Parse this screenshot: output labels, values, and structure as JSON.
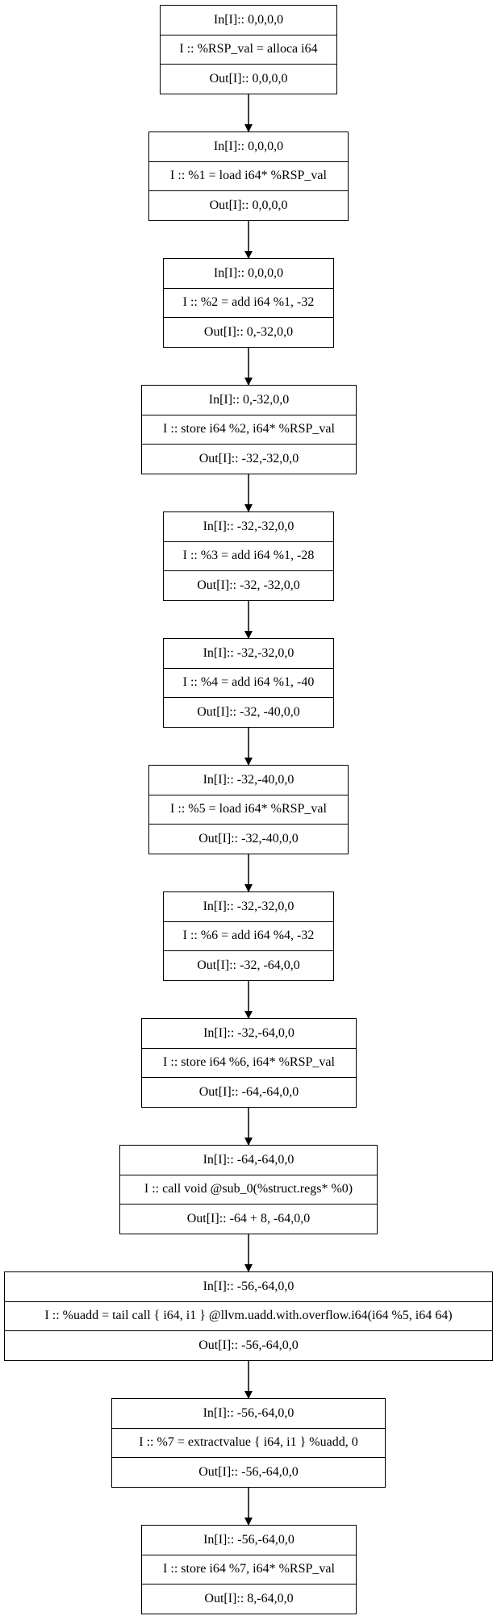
{
  "nodes": [
    {
      "in": "In[I]:: 0,0,0,0",
      "instr": "I :: %RSP_val = alloca i64",
      "out": "Out[I]:: 0,0,0,0"
    },
    {
      "in": "In[I]:: 0,0,0,0",
      "instr": "I :: %1 = load i64* %RSP_val",
      "out": "Out[I]:: 0,0,0,0"
    },
    {
      "in": "In[I]:: 0,0,0,0",
      "instr": "I :: %2 = add i64 %1, -32",
      "out": "Out[I]:: 0,-32,0,0"
    },
    {
      "in": "In[I]:: 0,-32,0,0",
      "instr": "I :: store i64 %2, i64* %RSP_val",
      "out": "Out[I]:: -32,-32,0,0"
    },
    {
      "in": "In[I]:: -32,-32,0,0",
      "instr": "I :: %3 = add i64 %1, -28",
      "out": "Out[I]:: -32, -32,0,0"
    },
    {
      "in": "In[I]:: -32,-32,0,0",
      "instr": "I :: %4 = add i64 %1, -40",
      "out": "Out[I]:: -32, -40,0,0"
    },
    {
      "in": "In[I]:: -32,-40,0,0",
      "instr": "I :: %5 = load i64* %RSP_val",
      "out": "Out[I]:: -32,-40,0,0"
    },
    {
      "in": "In[I]:: -32,-32,0,0",
      "instr": "I :: %6 = add i64 %4, -32",
      "out": "Out[I]:: -32, -64,0,0"
    },
    {
      "in": "In[I]:: -32,-64,0,0",
      "instr": "I :: store i64 %6, i64* %RSP_val",
      "out": "Out[I]:: -64,-64,0,0"
    },
    {
      "in": "In[I]:: -64,-64,0,0",
      "instr": "I :: call void @sub_0(%struct.regs* %0)",
      "out": "Out[I]:: -64 + 8, -64,0,0"
    },
    {
      "in": "In[I]:: -56,-64,0,0",
      "instr": "I :: %uadd = tail call { i64, i1 } @llvm.uadd.with.overflow.i64(i64 %5, i64 64)",
      "out": "Out[I]:: -56,-64,0,0"
    },
    {
      "in": "In[I]:: -56,-64,0,0",
      "instr": "I :: %7 = extractvalue { i64, i1 } %uadd, 0",
      "out": "Out[I]:: -56,-64,0,0"
    },
    {
      "in": "In[I]:: -56,-64,0,0",
      "instr": "I :: store i64 %7, i64* %RSP_val",
      "out": "Out[I]:: 8,-64,0,0"
    }
  ]
}
